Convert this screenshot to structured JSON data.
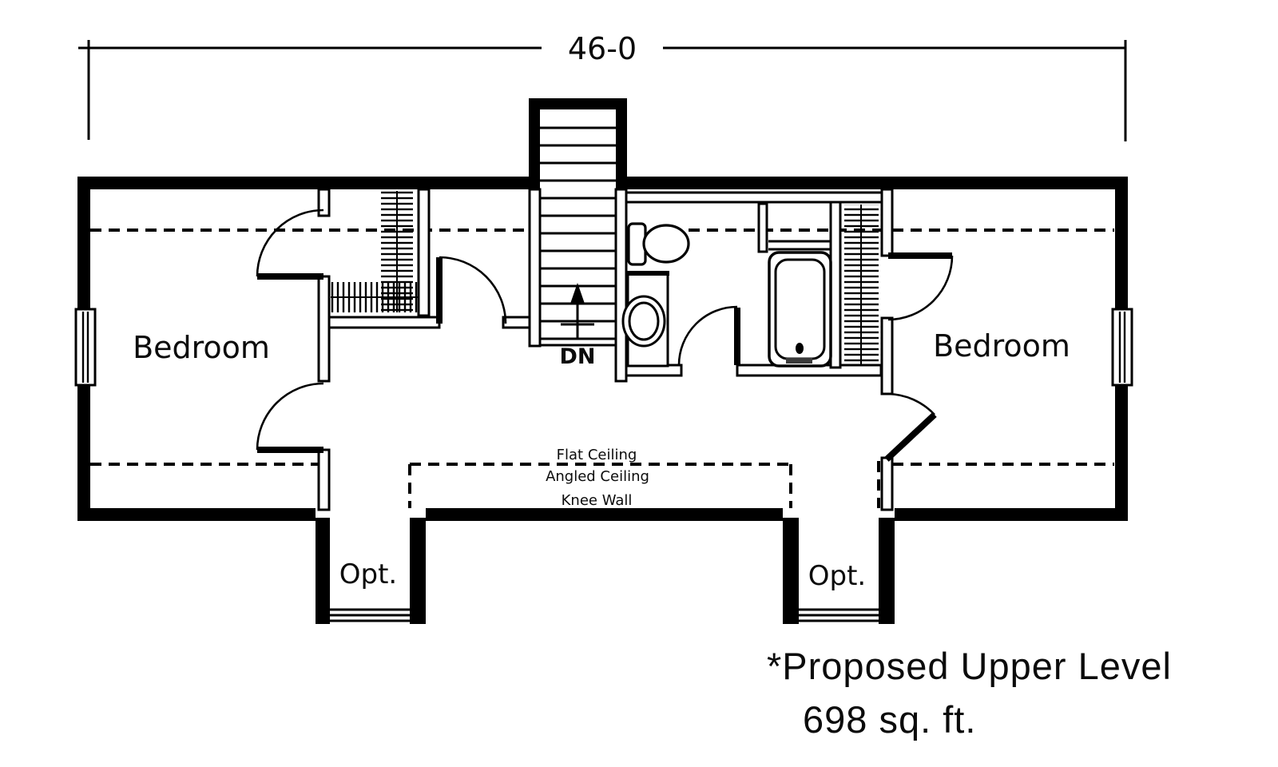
{
  "colors": {
    "ink": "#000000",
    "paper": "#ffffff"
  },
  "dimension": {
    "width_label": "46-0"
  },
  "rooms": {
    "left_bedroom": "Bedroom",
    "right_bedroom": "Bedroom"
  },
  "stairs": {
    "direction_label": "DN"
  },
  "ceiling": {
    "flat_label": "Flat Ceiling",
    "angled_label": "Angled Ceiling",
    "knee_wall_label": "Knee Wall"
  },
  "dormers": {
    "left_label": "Opt.",
    "right_label": "Opt."
  },
  "caption": {
    "line1": "*Proposed Upper Level",
    "line2": "698 sq. ft."
  }
}
